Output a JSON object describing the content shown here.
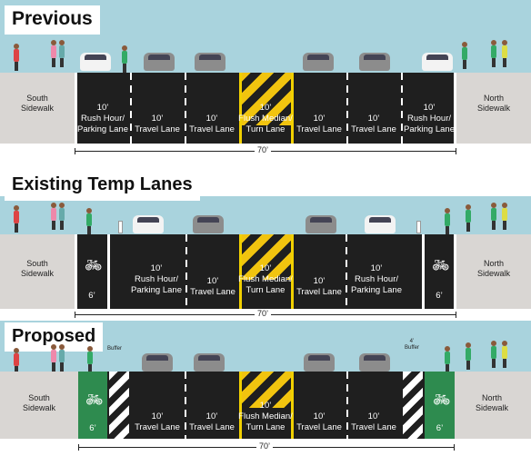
{
  "previous": {
    "title": "Previous",
    "south_sidewalk": "South\nSidewalk",
    "north_sidewalk": "North\nSidewalk",
    "lanes": [
      {
        "width": "10’",
        "name": "Rush Hour/",
        "name2": "Parking Lane"
      },
      {
        "width": "10’",
        "name": "Travel Lane",
        "name2": ""
      },
      {
        "width": "10’",
        "name": "Travel Lane",
        "name2": ""
      },
      {
        "width": "10’",
        "name": "Flush Median/",
        "name2": "Turn Lane"
      },
      {
        "width": "10’",
        "name": "Travel Lane",
        "name2": ""
      },
      {
        "width": "10’",
        "name": "Travel Lane",
        "name2": ""
      },
      {
        "width": "10’",
        "name": "Rush Hour/",
        "name2": "Parking Lane"
      }
    ],
    "total": "70’"
  },
  "existing": {
    "title": "Existing Temp Lanes",
    "south_sidewalk": "South\nSidewalk",
    "north_sidewalk": "North\nSidewalk",
    "bike_width": "6’",
    "lanes": [
      {
        "width": "10’",
        "name": "Rush Hour/",
        "name2": "Parking Lane"
      },
      {
        "width": "10’",
        "name": "Travel Lane",
        "name2": ""
      },
      {
        "width": "10’",
        "name": "Flush Median/",
        "name2": "Turn Lane"
      },
      {
        "width": "10’",
        "name": "Travel Lane",
        "name2": ""
      },
      {
        "width": "10’",
        "name": "Rush Hour/",
        "name2": "Parking Lane"
      }
    ],
    "total": "70’"
  },
  "proposed": {
    "title": "Proposed",
    "south_sidewalk": "South\nSidewalk",
    "north_sidewalk": "North\nSidewalk",
    "bike_width": "6’",
    "buffer_label_left": "Buffer",
    "buffer_label_right": "4’\nBuffer",
    "lanes": [
      {
        "width": "10’",
        "name": "Travel Lane",
        "name2": ""
      },
      {
        "width": "10’",
        "name": "Travel Lane",
        "name2": ""
      },
      {
        "width": "10’",
        "name": "Flush Median/",
        "name2": "Turn Lane"
      },
      {
        "width": "10’",
        "name": "Travel Lane",
        "name2": ""
      },
      {
        "width": "10’",
        "name": "Travel Lane",
        "name2": ""
      }
    ],
    "total": "70’"
  },
  "colors": {
    "sky": "#a9d3dd",
    "road": "#1f1f1f",
    "sidewalk": "#d9d6d3",
    "median_yellow": "#f1c40f",
    "bike_lane_green": "#2e8b4f"
  },
  "icons": [
    "bicycle-icon",
    "car-icon",
    "pedestrian-icon"
  ]
}
